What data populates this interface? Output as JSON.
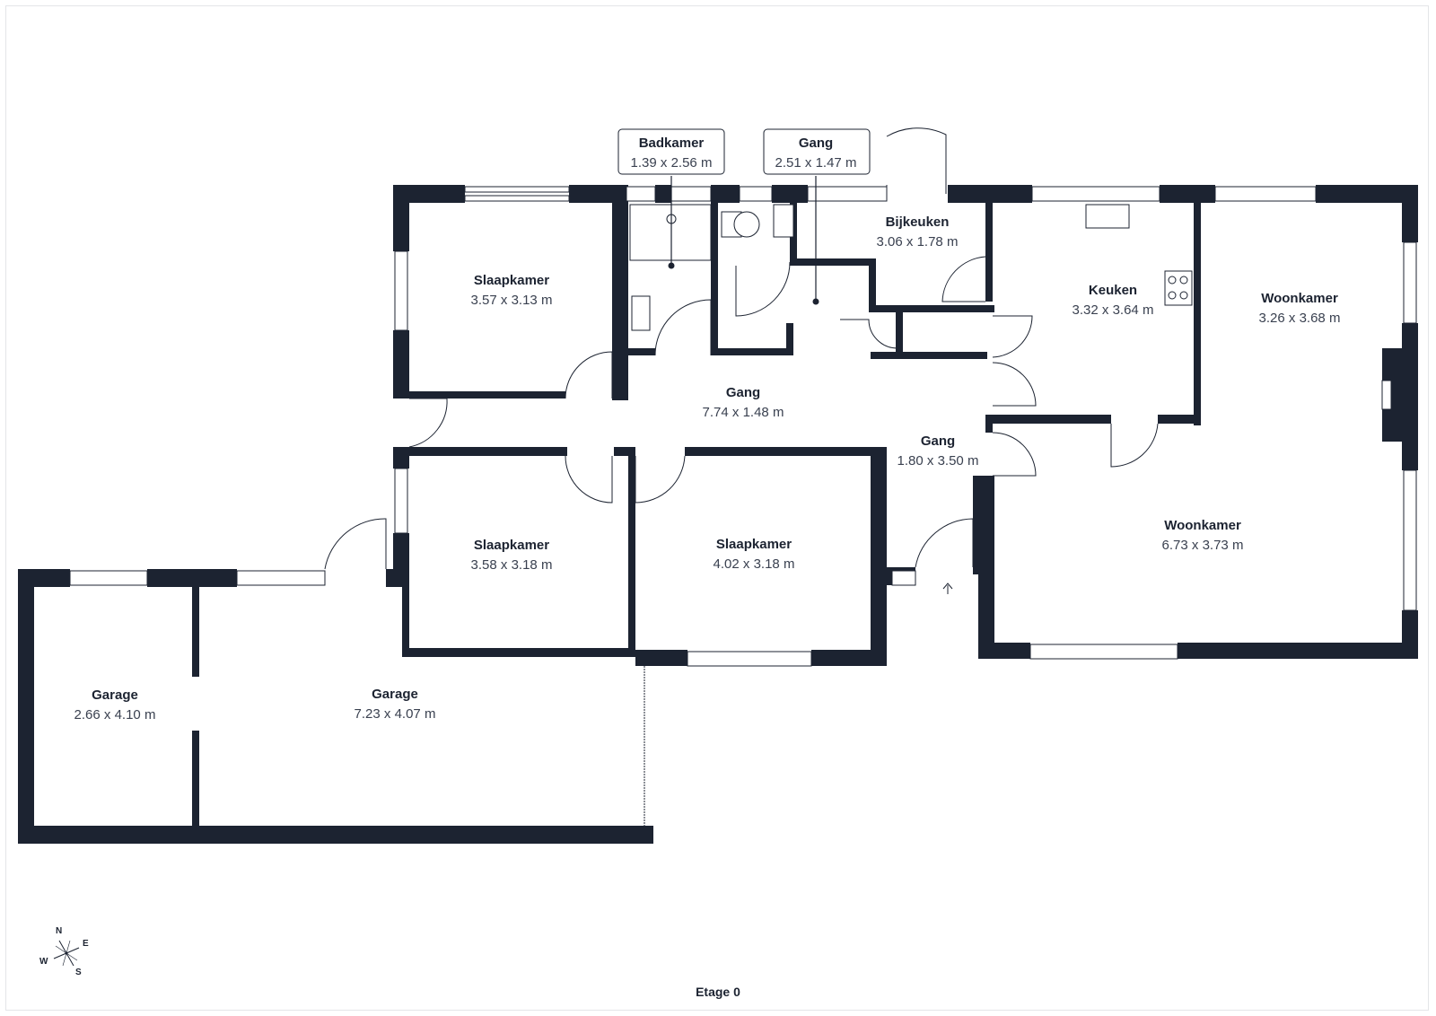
{
  "rooms": {
    "badkamer_callout": {
      "name": "Badkamer",
      "dims": "1.39 x 2.56 m"
    },
    "gang_callout": {
      "name": "Gang",
      "dims": "2.51 x 1.47 m"
    },
    "slaapkamer_nw": {
      "name": "Slaapkamer",
      "dims": "3.57 x 3.13 m"
    },
    "bijkeuken": {
      "name": "Bijkeuken",
      "dims": "3.06 x 1.78 m"
    },
    "keuken": {
      "name": "Keuken",
      "dims": "3.32 x 3.64 m"
    },
    "woonkamer_ne": {
      "name": "Woonkamer",
      "dims": "3.26 x 3.68 m"
    },
    "gang_main": {
      "name": "Gang",
      "dims": "7.74 x 1.48 m"
    },
    "gang_east": {
      "name": "Gang",
      "dims": "1.80 x 3.50 m"
    },
    "slaapkamer_sw": {
      "name": "Slaapkamer",
      "dims": "3.58 x 3.18 m"
    },
    "slaapkamer_s": {
      "name": "Slaapkamer",
      "dims": "4.02 x 3.18 m"
    },
    "woonkamer_se": {
      "name": "Woonkamer",
      "dims": "6.73 x 3.73 m"
    },
    "garage_small": {
      "name": "Garage",
      "dims": "2.66 x 4.10 m"
    },
    "garage_large": {
      "name": "Garage",
      "dims": "7.23 x 4.07 m"
    }
  },
  "compass": {
    "n": "N",
    "e": "E",
    "s": "S",
    "w": "W"
  },
  "floor_label": "Etage 0",
  "colors": {
    "wall": "#1c2331",
    "background": "#ffffff",
    "frame": "#e3e5e8"
  }
}
